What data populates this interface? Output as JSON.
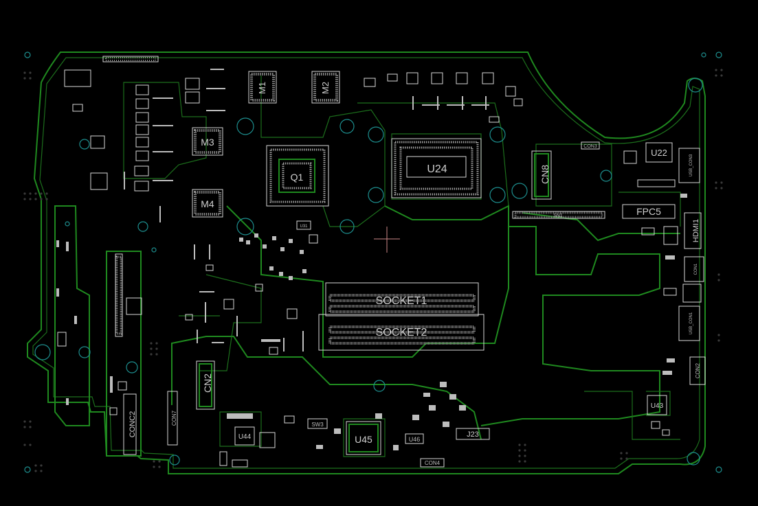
{
  "labels": {
    "u24": "U24",
    "q1": "Q1",
    "m1": "M1",
    "m2": "M2",
    "m3": "M3",
    "m4": "M4",
    "cn8": "CN8",
    "cn2": "CN2",
    "u22": "U22",
    "fpc5": "FPC5",
    "hdmi1": "HDMI1",
    "socket1": "SOCKET1",
    "socket2": "SOCKET2",
    "u45": "U45",
    "u44": "U44",
    "u43": "U43",
    "u46": "U46",
    "j23": "J23",
    "sw3": "SW3",
    "conc2": "CONC2",
    "con4": "CON4",
    "con3": "CON3",
    "usb_con3": "USB_CON3",
    "usb_con1": "USB_CON1",
    "u31": "U31",
    "sn1": "SN1",
    "con2_right": "CON2",
    "con7": "CON7",
    "con1": "CON1"
  },
  "colors": {
    "background": "#000000",
    "trace": "#1f8a1f",
    "silk": "#d8d8d8",
    "via": "#1d8f8f"
  }
}
